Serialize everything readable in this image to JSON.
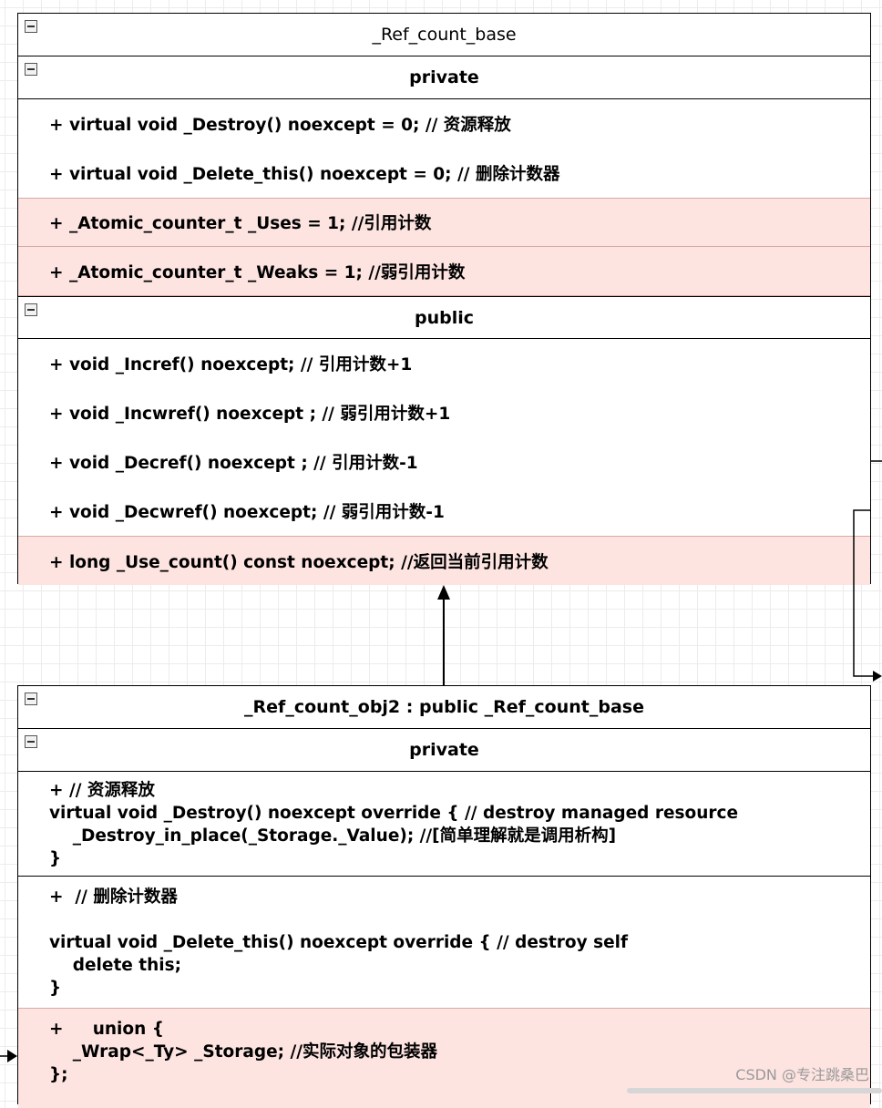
{
  "base_class": {
    "title": "_Ref_count_base",
    "private_label": "private",
    "private_members": [
      "+ virtual void _Destroy() noexcept = 0; // 资源释放",
      "+ virtual void _Delete_this() noexcept = 0; // 删除计数器",
      "+ _Atomic_counter_t _Uses = 1; //引用计数",
      "+ _Atomic_counter_t _Weaks = 1; //弱引用计数"
    ],
    "public_label": "public",
    "public_members": [
      "+ void _Incref() noexcept; // 引用计数+1",
      "+ void _Incwref() noexcept ; // 弱引用计数+1",
      "+ void _Decref() noexcept ; // 引用计数-1",
      "+ void _Decwref() noexcept; // 弱引用计数-1",
      "+ long _Use_count() const noexcept; //返回当前引用计数"
    ]
  },
  "derived_class": {
    "title": "_Ref_count_obj2 : public _Ref_count_base",
    "private_label": "private",
    "blocks": [
      "+ // 资源释放\nvirtual void _Destroy() noexcept override { // destroy managed resource\n    _Destroy_in_place(_Storage._Value); //[简单理解就是调用析构]\n}",
      "+  // 删除计数器\n\nvirtual void _Delete_this() noexcept override { // destroy self\n    delete this;\n}",
      "+     union {\n    _Wrap<_Ty> _Storage; //实际对象的包装器\n};"
    ]
  },
  "watermark": "CSDN @专注跳桑巴",
  "colors": {
    "highlight_fill": "#fde4e1",
    "highlight_border": "#d9a9a4",
    "border": "#000000",
    "grid": "#ececec"
  }
}
